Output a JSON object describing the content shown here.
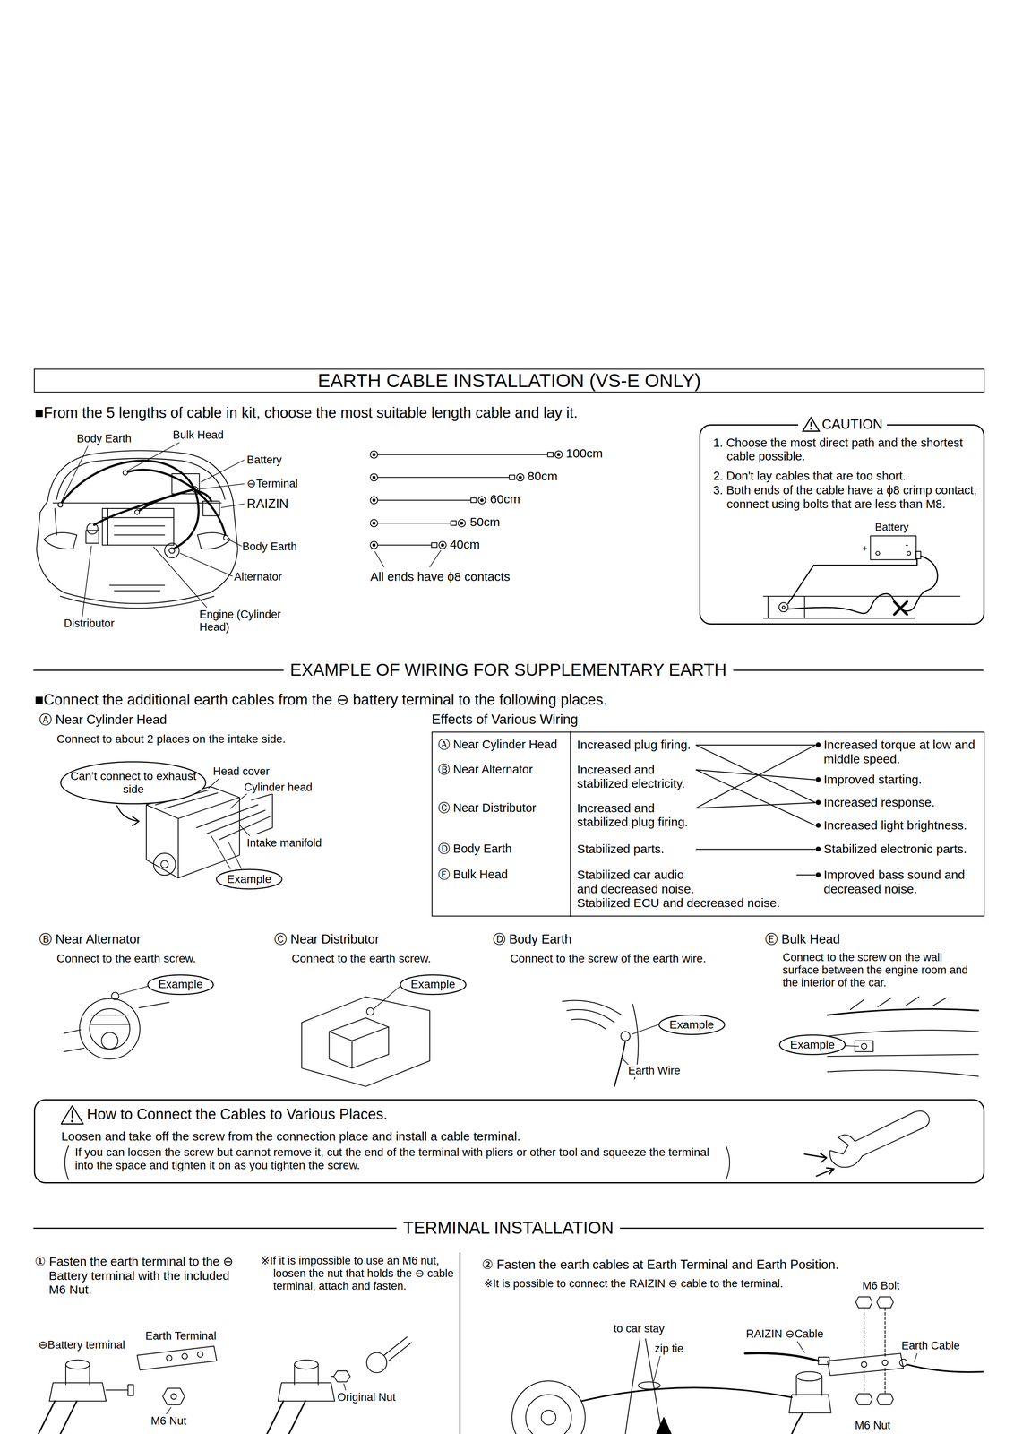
{
  "diagram": {
    "nodes": [
      {
        "text": [
          "EARTH CABLE INSTALLATION (VS-E ONLY)"
        ]
      },
      {
        "text": [
          "CAUTION",
          "1. Choose the most direct path and the shortest cable possible.",
          "2. Don't lay cables that are too short.",
          "3. Both ends of the cable have a ϕ8 crimp contact, connect using bolts that are less than M8."
        ]
      },
      {
        "text": [
          "Can’t connect to exhaust side"
        ]
      },
      {
        "text": [
          "Example"
        ]
      },
      {
        "text": [
          "Effects of Various Wiring"
        ]
      },
      {
        "text": [
          "Increased plug firing."
        ],
        "in": 4
      },
      {
        "text": [
          "Increased and stabilized electricity."
        ],
        "in": 4
      },
      {
        "text": [
          "Increased and stabilized plug firing."
        ],
        "in": 4
      },
      {
        "text": [
          "Stabilized parts."
        ],
        "in": 4
      },
      {
        "text": [
          "Stabilized car audio and decreased noise.",
          "Stabilized ECU and decreased noise."
        ],
        "in": 4
      },
      {
        "text": [
          "Increased torque at low and middle speed."
        ],
        "in": 4
      },
      {
        "text": [
          "Improved starting."
        ],
        "in": 4
      },
      {
        "text": [
          "Increased response."
        ],
        "in": 4
      },
      {
        "text": [
          "Increased light brightness."
        ],
        "in": 4
      },
      {
        "text": [
          "Stabilized electronic parts."
        ],
        "in": 4
      },
      {
        "text": [
          "Improved bass sound and decreased noise."
        ],
        "in": 4
      },
      {
        "text": [
          "Example"
        ]
      },
      {
        "text": [
          "Example"
        ]
      },
      {
        "text": [
          "Example"
        ]
      },
      {
        "text": [
          "Example"
        ]
      },
      {
        "text": [
          "How to Connect the Cables to Various Places.",
          "Loosen and take off the screw from the connection place and install a cable terminal.",
          "If you can loosen the screw but cannot remove it, cut the end of the terminal with pliers or other tool and squeeze the terminal into the space and tighten it on as you tighten the screw."
        ]
      }
    ],
    "edges": [
      {
        "from": 5,
        "to": 10,
        "arrow": "none"
      },
      {
        "from": 5,
        "to": 12,
        "arrow": "none"
      },
      {
        "from": 6,
        "to": 11,
        "arrow": "none"
      },
      {
        "from": 6,
        "to": 13,
        "arrow": "none"
      },
      {
        "from": 7,
        "to": 10,
        "arrow": "none"
      },
      {
        "from": 7,
        "to": 12,
        "arrow": "none"
      },
      {
        "from": 8,
        "to": 14,
        "arrow": "none"
      },
      {
        "from": 9,
        "to": 15,
        "arrow": "none"
      }
    ],
    "labels": [
      "■From the 5 lengths of cable in kit, choose the most suitable length cable and lay it.",
      "Body Earth",
      "Bulk Head",
      "Battery",
      "⊖Terminal",
      "RAIZIN",
      "Body Earth",
      "Alternator",
      "Engine (Cylinder Head)",
      "Distributor",
      "100cm",
      "80cm",
      "60cm",
      "50cm",
      "40cm",
      "All ends have ϕ8 contacts",
      "Battery",
      "+",
      "-",
      "EXAMPLE OF WIRING FOR SUPPLEMENTARY EARTH",
      "■Connect the additional earth cables from the ⊖ battery terminal to the following places.",
      "Ⓐ Near Cylinder Head",
      "Connect to about 2 places on the intake side.",
      "Head cover",
      "Cylinder head",
      "Intake manifold",
      "Ⓐ Near Cylinder Head",
      "Ⓑ Near Alternator",
      "Ⓒ Near Distributor",
      "Ⓓ Body Earth",
      "Ⓔ Bulk Head",
      "Ⓑ Near Alternator",
      "Connect to the earth screw.",
      "Ⓒ Near Distributor",
      "Connect to the earth screw.",
      "Ⓓ Body Earth",
      "Connect to the screw of the earth wire.",
      "Earth Wire",
      "Ⓔ Bulk Head",
      "Connect to the screw on the wall surface between the engine room and the interior of the car.",
      "TERMINAL INSTALLATION",
      "① Fasten the earth terminal to the ⊖ Battery terminal with the included M6 Nut.",
      "⊖Battery terminal",
      "Earth Terminal",
      "M6 Nut",
      "※If it is impossible to use an M6 nut, loosen the nut that holds the ⊖ cable terminal, attach and fasten.",
      "Original Nut",
      "② Fasten the earth cables at Earth Terminal and Earth Position.",
      "※It is possible to connect the RAIZIN ⊖ cable to the terminal.",
      "to car stay",
      "zip tie",
      "RAIZIN ⊖Cable",
      "M6 Bolt",
      "Earth Cable",
      "M6 Nut"
    ]
  }
}
